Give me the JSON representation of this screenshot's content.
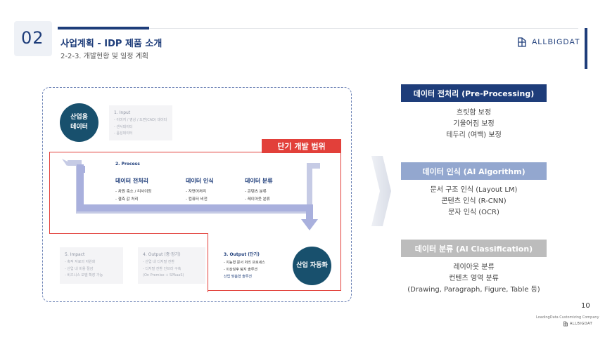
{
  "header": {
    "section_number": "02",
    "title": "사업계획 - IDP 제품 소개",
    "subtitle": "2-2-3. 개발현황 및 일정 계획",
    "logo_text": "ALLBIGDAT"
  },
  "diagram": {
    "input_circle": {
      "line1": "산업용",
      "line2": "데이터"
    },
    "input_box": {
      "title": "1. Input",
      "items": [
        "- 이미지 / 영상 / 도면(CAD) 데이터",
        "- 센서데이터",
        "- 음성데이터"
      ]
    },
    "scope_label": "단기 개발 범위",
    "process": {
      "label": "2. Process",
      "columns": [
        {
          "title": "데이터 전처리",
          "items": [
            "- 차원 축소 / 리사이징",
            "- 결측 값 처리"
          ]
        },
        {
          "title": "데이터 인식",
          "items": [
            "- 자연어처리",
            "- 컴퓨터 비전"
          ]
        },
        {
          "title": "데이터 분류",
          "items": [
            "- 콘텐츠 분류",
            "- 레이아웃 분류"
          ]
        }
      ]
    },
    "impact_box": {
      "title": "5. Impact",
      "items": [
        "- 축적 자료의 자원화",
        "- 산업 내 비용 절감",
        "- 비즈니스 모델 확장 가능"
      ]
    },
    "output_mid_box": {
      "title": "4. Output (중·장기)",
      "items": [
        "- 산업 내 디지털 전환",
        "- 디지털 전환 인프라 구축",
        "(On Premise + SPAaaS)"
      ]
    },
    "output_short": {
      "title": "3. Output (단기)",
      "items": [
        "- 지능형 문서 처리 프로세스",
        "- 이상징후 탐지 솔루션"
      ],
      "link": "산업 맞춤형 솔루션"
    },
    "output_circle": "산업 자동화"
  },
  "panels": [
    {
      "title": "데이터 전처리 (Pre-Processing)",
      "items": [
        "흐릿함 보정",
        "기울어짐 보정",
        "테두리 (여백) 보정"
      ],
      "color": "#1e3d7a"
    },
    {
      "title": "데이터 인식 (AI Algorithm)",
      "items": [
        "문서 구조 인식 (Layout LM)",
        "콘텐츠 인식 (R-CNN)",
        "문자 인식 (OCR)"
      ],
      "color": "#93a7cf"
    },
    {
      "title": "데이터 분류 (AI Classification)",
      "items": [
        "레이아웃 분류",
        "컨텐츠 영역 분류",
        "(Drawing, Paragraph, Figure, Table 등)"
      ],
      "color": "#bcbcbc"
    }
  ],
  "footer": {
    "page_number": "10",
    "company": "LoadingData Customizing Company",
    "logo_text": "ALLBIGDAT"
  }
}
